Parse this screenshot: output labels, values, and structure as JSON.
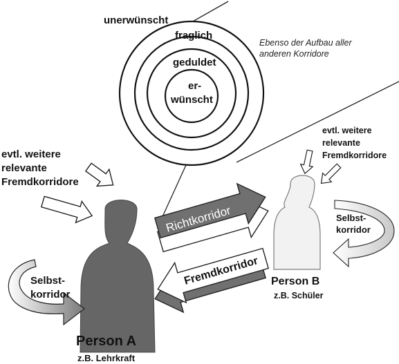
{
  "rings": {
    "outer": "unerwünscht",
    "second": "fraglich",
    "third": "geduldet",
    "inner_line1": "er-",
    "inner_line2": "wünscht"
  },
  "note": {
    "line1": "Ebenso der Aufbau aller",
    "line2": "anderen Korridore"
  },
  "left_other": {
    "line1": "evtl. weitere",
    "line2": "relevante",
    "line3": "Fremdkorridore"
  },
  "right_other": {
    "line1": "evtl. weitere",
    "line2": "relevante",
    "line3": "Fremdkorridore"
  },
  "arrows": {
    "richt": "Richtkorridor",
    "fremd": "Fremdkorridor"
  },
  "self_a": {
    "line1": "Selbst-",
    "line2": "korridor"
  },
  "self_b": {
    "line1": "Selbst-",
    "line2": "korridor"
  },
  "person_a": {
    "name": "Person A",
    "role": "z.B. Lehrkraft",
    "color": "#666666"
  },
  "person_b": {
    "name": "Person B",
    "role": "z.B. Schüler",
    "color": "#f2f2f2"
  },
  "colors": {
    "arrow_dark": "#707070",
    "arrow_outline": "#222222"
  }
}
